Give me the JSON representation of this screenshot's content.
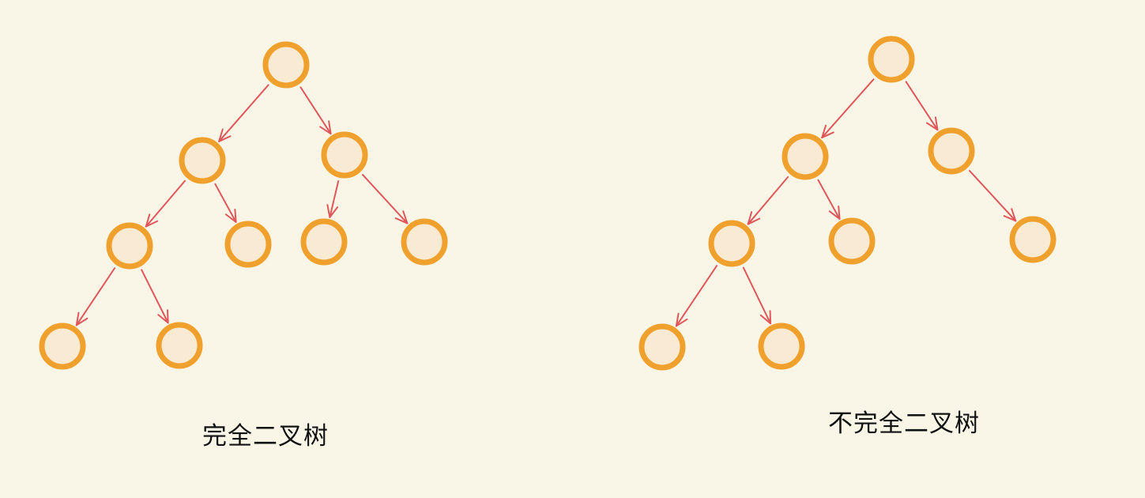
{
  "captions": {
    "complete": "完全二叉树",
    "incomplete": "不完全二叉树"
  },
  "colors": {
    "background": "#f9f6e8",
    "node_fill": "#f8ead3",
    "node_stroke": "#f0a02c",
    "edge": "#e0575a"
  },
  "trees": {
    "complete": {
      "nodes": [
        "root",
        "l",
        "r",
        "ll",
        "lr",
        "rl",
        "rr",
        "lll",
        "llr"
      ],
      "edges": [
        [
          "root",
          "l"
        ],
        [
          "root",
          "r"
        ],
        [
          "l",
          "ll"
        ],
        [
          "l",
          "lr"
        ],
        [
          "r",
          "rl"
        ],
        [
          "r",
          "rr"
        ],
        [
          "ll",
          "lll"
        ],
        [
          "ll",
          "llr"
        ]
      ]
    },
    "incomplete": {
      "nodes": [
        "root",
        "l",
        "r",
        "ll",
        "lr",
        "rr",
        "lll",
        "llr"
      ],
      "edges": [
        [
          "root",
          "l"
        ],
        [
          "root",
          "r"
        ],
        [
          "l",
          "ll"
        ],
        [
          "l",
          "lr"
        ],
        [
          "r",
          "rr"
        ],
        [
          "ll",
          "lll"
        ],
        [
          "ll",
          "llr"
        ]
      ]
    }
  }
}
